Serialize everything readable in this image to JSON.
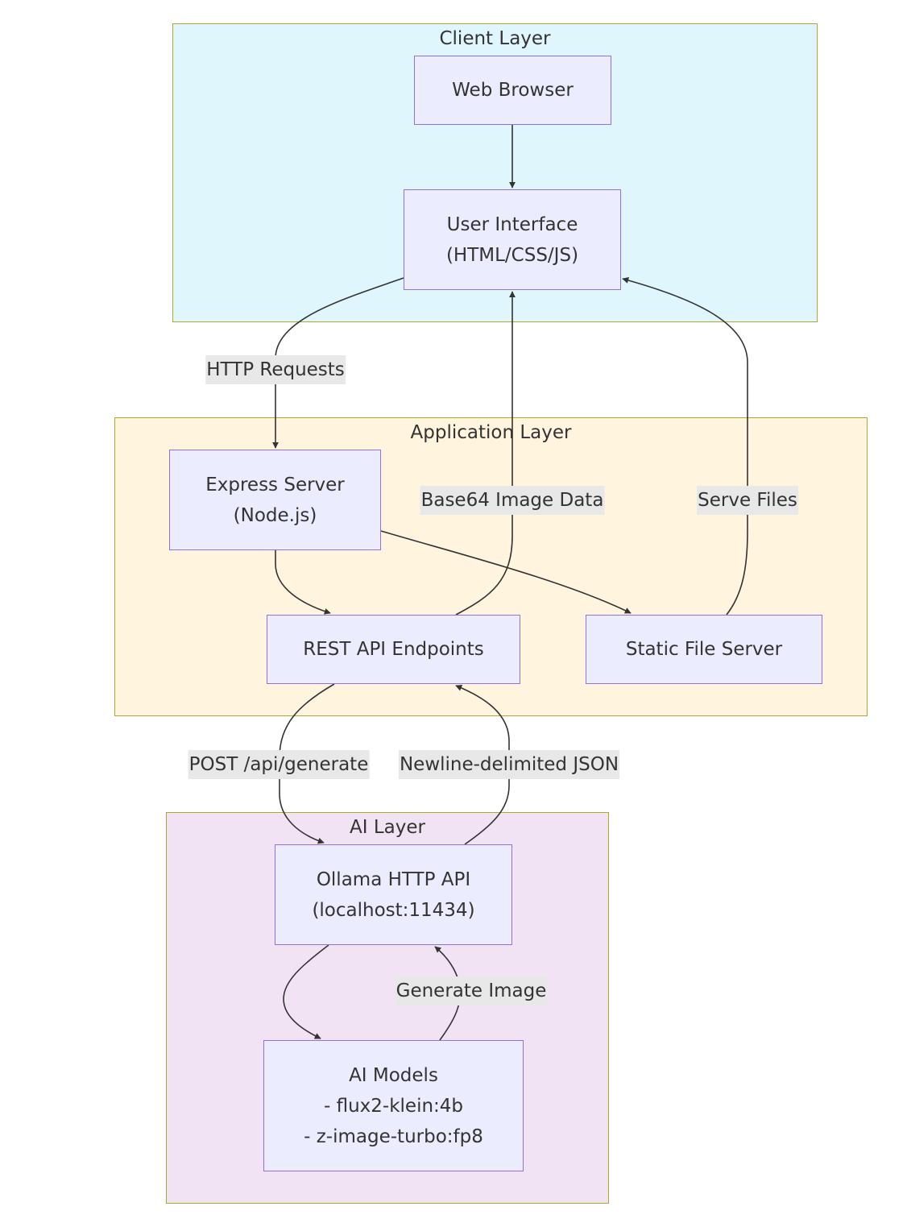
{
  "colors": {
    "client_layer_bg": "#e0f6fd",
    "application_layer_bg": "#fff4de",
    "ai_layer_bg": "#f2e3f4",
    "layer_border": "#aaaa33",
    "node_fill": "#ececff",
    "node_border": "#9370db",
    "edge_color": "#333333",
    "edge_label_bg": "#e8e8e8"
  },
  "layers": {
    "client": {
      "title": "Client Layer"
    },
    "application": {
      "title": "Application Layer"
    },
    "ai": {
      "title": "AI Layer"
    }
  },
  "nodes": {
    "web_browser": {
      "lines": [
        "Web Browser"
      ]
    },
    "user_interface": {
      "lines": [
        "User Interface",
        "(HTML/CSS/JS)"
      ]
    },
    "express_server": {
      "lines": [
        "Express Server",
        "(Node.js)"
      ]
    },
    "rest_api": {
      "lines": [
        "REST API Endpoints"
      ]
    },
    "static_file_server": {
      "lines": [
        "Static File Server"
      ]
    },
    "ollama_api": {
      "lines": [
        "Ollama HTTP API",
        "(localhost:11434)"
      ]
    },
    "ai_models": {
      "lines": [
        "AI Models",
        "- flux2-klein:4b",
        "- z-image-turbo:fp8"
      ]
    }
  },
  "edges": [
    {
      "from": "Web Browser",
      "to": "User Interface",
      "label": ""
    },
    {
      "from": "User Interface",
      "to": "Express Server",
      "label": "HTTP Requests"
    },
    {
      "from": "Express Server",
      "to": "REST API Endpoints",
      "label": ""
    },
    {
      "from": "Express Server",
      "to": "Static File Server",
      "label": ""
    },
    {
      "from": "REST API Endpoints",
      "to": "User Interface",
      "label": "Base64 Image Data"
    },
    {
      "from": "Static File Server",
      "to": "User Interface",
      "label": "Serve Files"
    },
    {
      "from": "REST API Endpoints",
      "to": "Ollama HTTP API",
      "label": "POST /api/generate"
    },
    {
      "from": "Ollama HTTP API",
      "to": "REST API Endpoints",
      "label": "Newline-delimited JSON"
    },
    {
      "from": "Ollama HTTP API",
      "to": "AI Models",
      "label": ""
    },
    {
      "from": "AI Models",
      "to": "Ollama HTTP API",
      "label": "Generate Image"
    }
  ]
}
